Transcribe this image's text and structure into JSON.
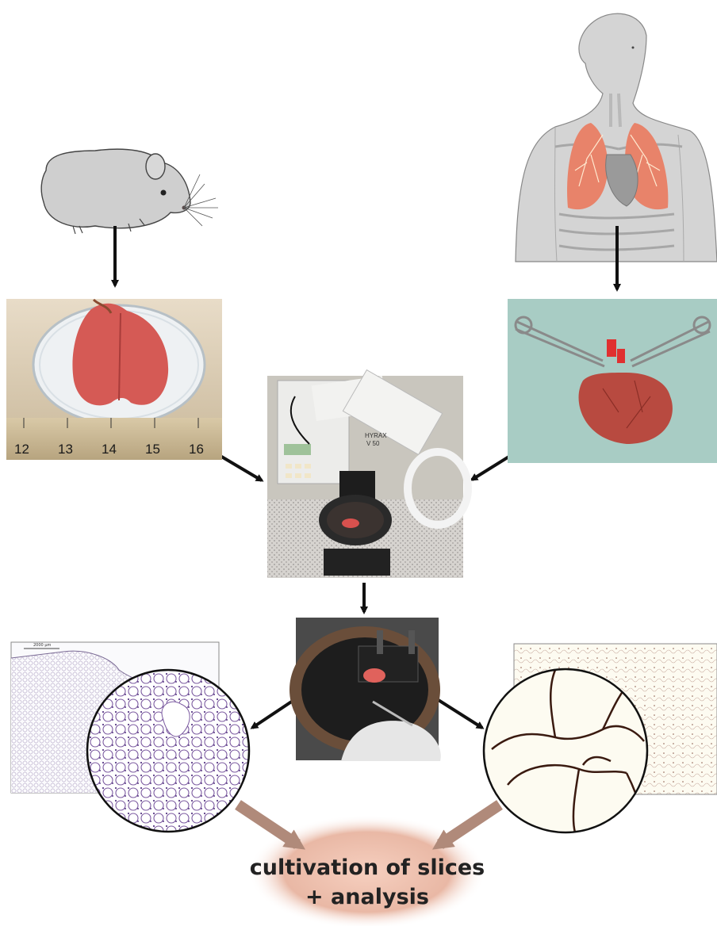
{
  "ruler": {
    "ticks": [
      "12",
      "13",
      "14",
      "15",
      "16"
    ]
  },
  "slicer": {
    "brand": "HYRAX",
    "model": "V 50"
  },
  "mouse_histology": {
    "scale_bar": "2000 µm"
  },
  "result": {
    "line1": "cultivation of slices",
    "line2": "+ analysis"
  },
  "colors": {
    "arrow": "#111111",
    "brown_arrow": "#b08a7a",
    "lung_red": "#d55a55",
    "lung_tissue": "#b84a40",
    "result_glow": "#e9b8a5",
    "stain_purple": "#6a4a8a",
    "stain_brown": "#3a1a10"
  }
}
